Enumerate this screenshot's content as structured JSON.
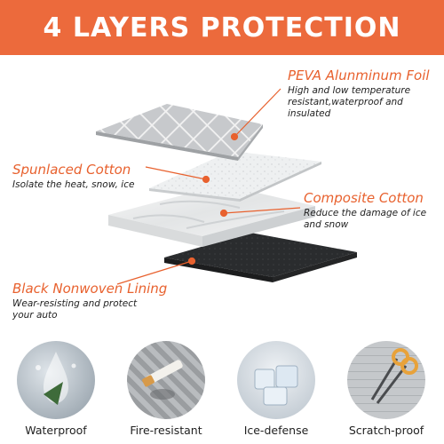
{
  "header": {
    "title": "4 LAYERS PROTECTION",
    "bg_color": "#ec6a3c"
  },
  "accent_color": "#e8612e",
  "callouts": {
    "peva": {
      "title": "PEVA Alunminum Foil",
      "desc_lines": [
        "High and low temperature",
        "resistant,waterproof and",
        "insulated"
      ]
    },
    "spunlaced": {
      "title": "Spunlaced Cotton",
      "desc_lines": [
        "Isolate the heat, snow, ice"
      ]
    },
    "composite": {
      "title": "Composite Cotton",
      "desc_lines": [
        "Reduce the damage of ice",
        "and snow"
      ]
    },
    "nonwoven": {
      "title": "Black Nonwoven Lining",
      "desc_lines": [
        "Wear-resisting and protect",
        "your auto"
      ]
    }
  },
  "features": [
    {
      "label": "Waterproof",
      "icon": "water-splash-icon"
    },
    {
      "label": "Fire-resistant",
      "icon": "cigarette-icon"
    },
    {
      "label": "Ice-defense",
      "icon": "ice-cubes-icon"
    },
    {
      "label": "Scratch-proof",
      "icon": "scissors-icon"
    }
  ]
}
